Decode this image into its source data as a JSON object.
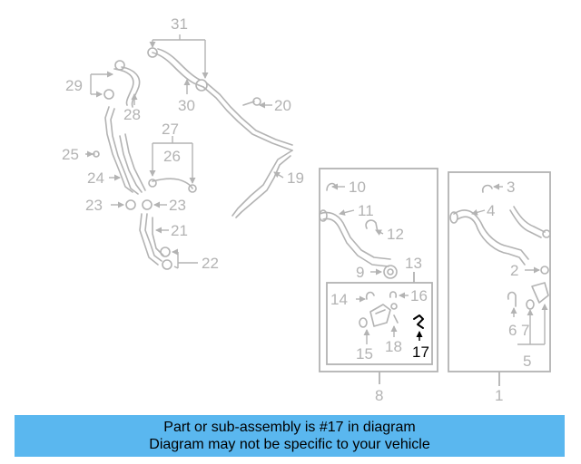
{
  "colors": {
    "diagram_gray": "#b3b3b3",
    "highlight": "#000000",
    "banner_bg": "#5ab7ef",
    "banner_text": "#000000"
  },
  "labels": {
    "l1": "1",
    "l2": "2",
    "l3": "3",
    "l4": "4",
    "l5": "5",
    "l6": "6",
    "l7": "7",
    "l8": "8",
    "l9": "9",
    "l10": "10",
    "l11": "11",
    "l12": "12",
    "l13": "13",
    "l14": "14",
    "l15": "15",
    "l16": "16",
    "l17": "17",
    "l18": "18",
    "l19": "19",
    "l20": "20",
    "l21": "21",
    "l22": "22",
    "l23a": "23",
    "l23b": "23",
    "l24": "24",
    "l25": "25",
    "l26": "26",
    "l27": "27",
    "l28": "28",
    "l29": "29",
    "l30": "30",
    "l31": "31"
  },
  "banner": {
    "line1": "Part or sub-assembly is #17 in diagram",
    "line2": "Diagram may not be specific to your vehicle"
  }
}
